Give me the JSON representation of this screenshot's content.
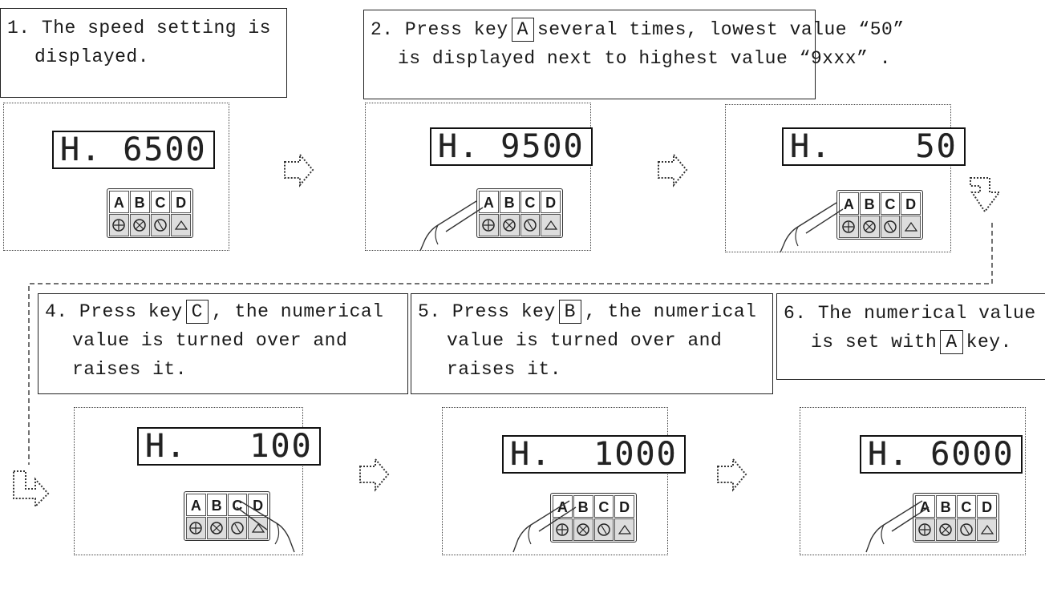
{
  "steps": {
    "s1": {
      "lines": [
        "1. The speed setting is",
        "displayed."
      ]
    },
    "s2": {
      "line1_pre": "2. Press key",
      "key": "A",
      "line1_post": "several times, lowest value “50”",
      "line2": "is displayed next to highest value  “9xxx” ."
    },
    "s4": {
      "line1_pre": "4. Press key",
      "key": "C",
      "line1_post": ", the numerical",
      "line2": "value is turned over and",
      "line3": "raises it."
    },
    "s5": {
      "line1_pre": "5. Press key",
      "key": "B",
      "line1_post": ", the numerical",
      "line2": "value  is  turned  over  and",
      "line3": "raises it."
    },
    "s6": {
      "line1": "6.  The numerical value",
      "line2_pre": "is set with",
      "key": "A",
      "line2_post": "key."
    }
  },
  "displays": {
    "p1": "H. 6500",
    "p2": "H. 9500",
    "p3": "H.    50",
    "p4": "H.   100",
    "p5": "H.  1000",
    "p6": "H. 6000"
  },
  "keypad": {
    "keys": [
      "A",
      "B",
      "C",
      "D"
    ]
  }
}
